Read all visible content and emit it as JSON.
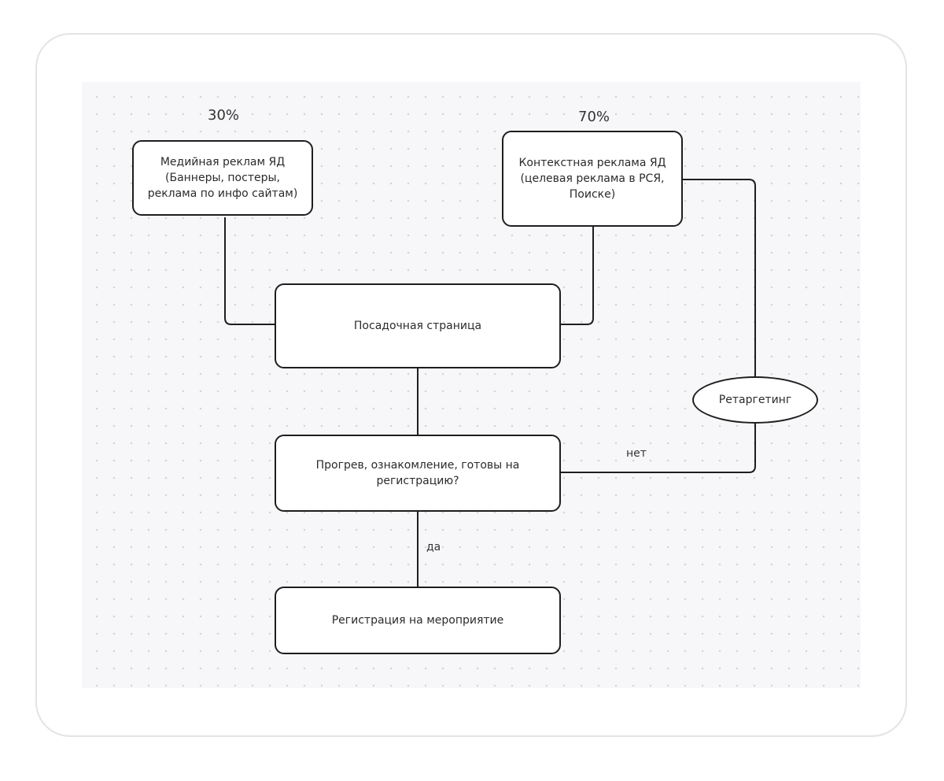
{
  "diagram": {
    "percent_media": "30%",
    "percent_context": "70%",
    "nodes": {
      "media": "Медийная реклам ЯД\n(Баннеры, постеры,\nреклама по инфо сайтам)",
      "context": "Контекстная реклама ЯД\n(целевая реклама в РСЯ,\nПоиске)",
      "landing": "Посадочная страница",
      "warmup": "Прогрев, ознакомление, готовы на\nрегистрацию?",
      "registration": "Регистрация на мероприятие",
      "retargeting": "Ретаргетинг"
    },
    "edge_labels": {
      "no": "нет",
      "yes": "да"
    }
  }
}
